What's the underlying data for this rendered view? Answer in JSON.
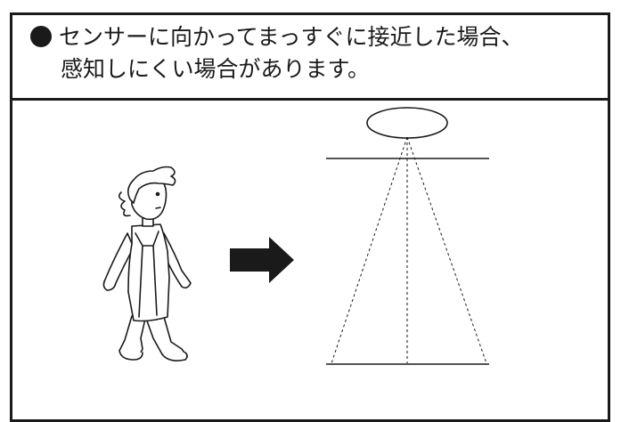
{
  "caption": {
    "line1": "センサーに向かってまっすぐに接近した場合、",
    "line2": "感知しにくい場合があります。"
  },
  "icons": {
    "bullet": "filled-circle-bullet",
    "person": "walking-person-icon",
    "arrow": "right-arrow-icon",
    "sensor": "ceiling-sensor-icon"
  },
  "colors": {
    "ink": "#1a1a1a",
    "background": "#ffffff"
  }
}
